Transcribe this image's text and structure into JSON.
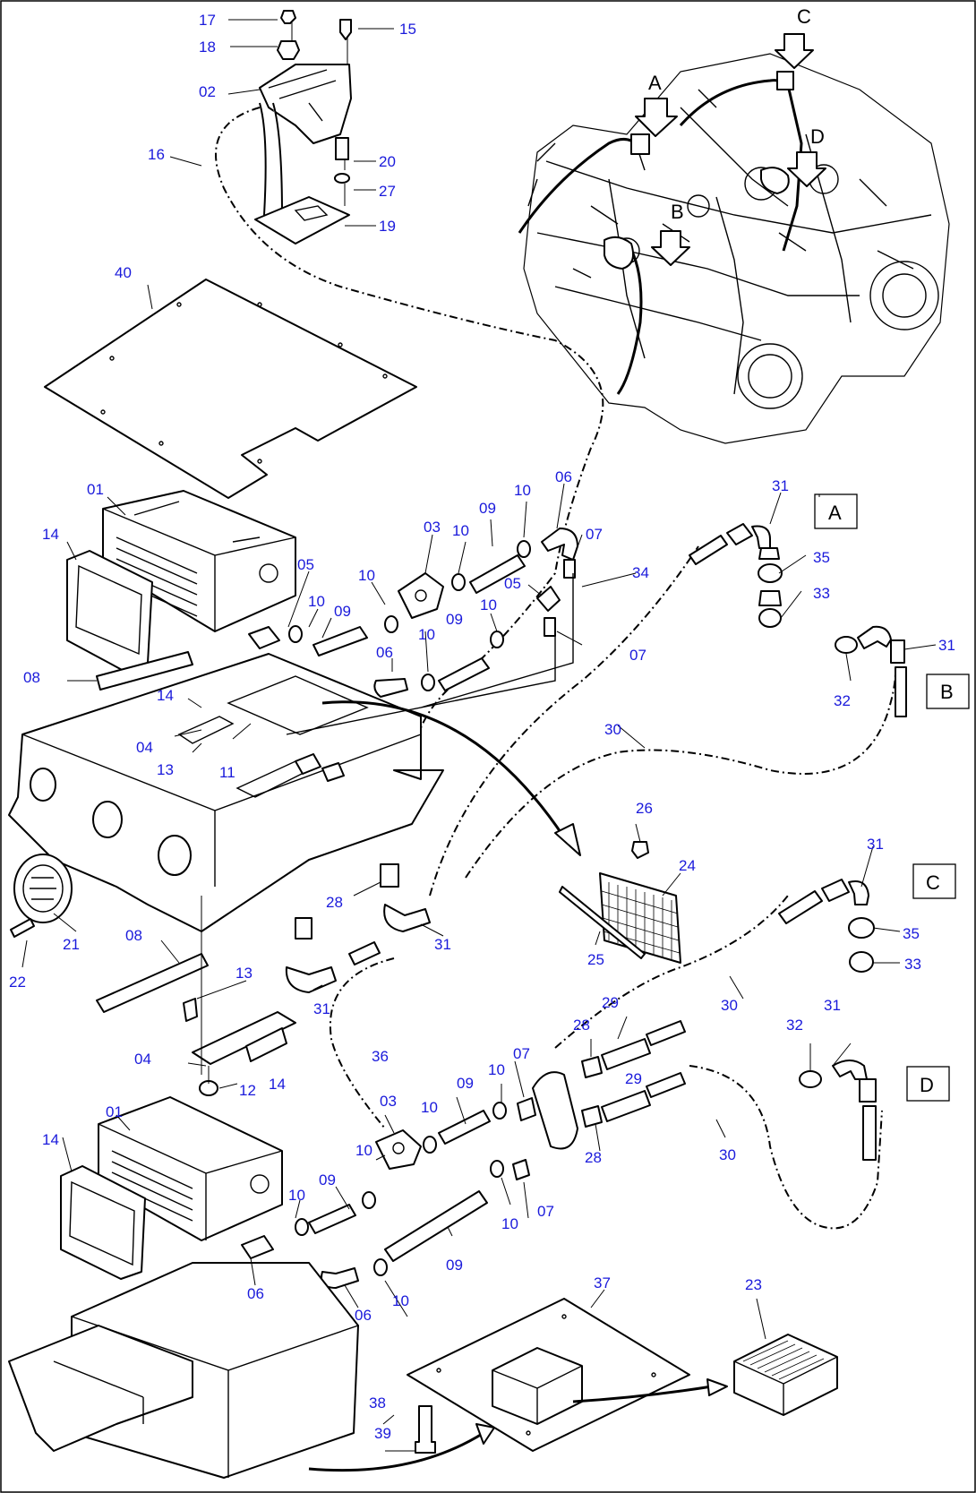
{
  "callouts": {
    "c17": "17",
    "c15": "15",
    "c18": "18",
    "c02": "02",
    "c16": "16",
    "c20": "20",
    "c27": "27",
    "c19": "19",
    "c40": "40",
    "c01_top": "01",
    "c14_top_left": "14",
    "c05_a": "05",
    "c10_a": "10",
    "c09_a": "09",
    "c10_b": "10",
    "c03_top": "03",
    "c10_c": "10",
    "c09_b": "09",
    "c10_d": "10",
    "c06_a": "06",
    "c07_a": "07",
    "c34": "34",
    "c05_b": "05",
    "c10_e": "10",
    "c09_c": "09",
    "c10_f": "10",
    "c06_b": "06",
    "c07_b": "07",
    "c08_top": "08",
    "c14_mid": "14",
    "c04_top": "04",
    "c13_top": "13",
    "c11": "11",
    "c31_a": "31",
    "c35_a": "35",
    "c33_a": "33",
    "c31_b": "31",
    "c32_b": "32",
    "c30_a": "30",
    "c26": "26",
    "c24": "24",
    "c25": "25",
    "c28_a": "28",
    "c31_c": "31",
    "c31_d": "31",
    "c21": "21",
    "c22": "22",
    "c08_bottom": "08",
    "c13_bottom": "13",
    "c04_bottom": "04",
    "c12": "12",
    "c14_bottom_a": "14",
    "c31_e": "31",
    "c35_c": "35",
    "c33_c": "33",
    "c30_b": "30",
    "c36": "36",
    "c29_a": "29",
    "c28_b": "28",
    "c07_c": "07",
    "c03_bottom": "03",
    "c09_d": "09",
    "c10_g": "10",
    "c10_h": "10",
    "c32_d": "32",
    "c31_f": "31",
    "c01_bottom": "01",
    "c14_bottom_b": "14",
    "c10_i": "10",
    "c09_e": "09",
    "c10_j": "10",
    "c29_b": "29",
    "c28_c": "28",
    "c30_c": "30",
    "c10_k": "10",
    "c07_d": "07",
    "c09_f": "09",
    "c06_c": "06",
    "c06_d": "06",
    "c10_l": "10",
    "c37": "37",
    "c23": "23",
    "c38": "38",
    "c39": "39"
  },
  "view_labels": {
    "box_a": "A",
    "box_b": "B",
    "box_c": "C",
    "box_d": "D",
    "engine_a": "A",
    "engine_b": "B",
    "engine_c": "C",
    "engine_d": "D"
  }
}
